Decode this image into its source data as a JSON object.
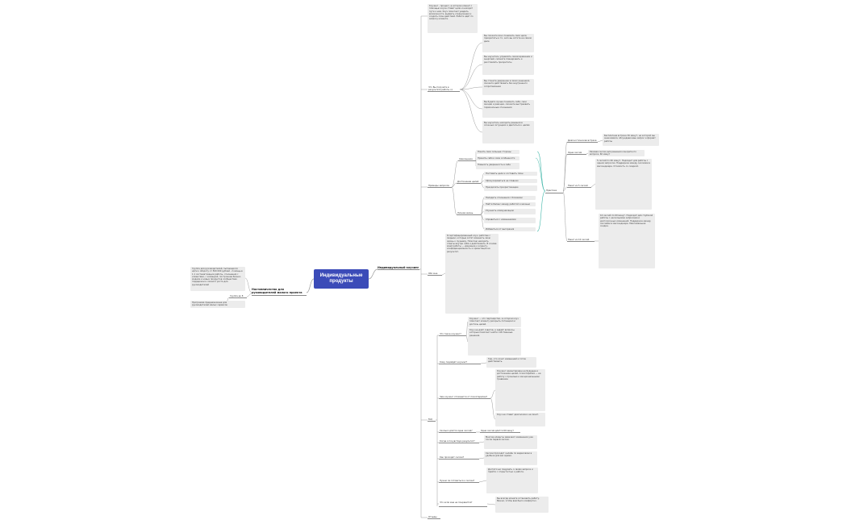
{
  "root": {
    "title": "Индивидуальные продукты"
  },
  "left": {
    "node": "Наставничество для руководителей малого проекта",
    "note": "Группа для руководителей, пытающихся идти к обороту от 500 000 рублей - помощь в 1:1 систематизации работы, отношения с клиентами, с командой, построение бизнес-модели и новых продуктов сообществах поддержки и личного роста для руководителей",
    "bottom_label": "Группа до 8",
    "bottom_note": "Программа предназначена для руководителей малых сервисов"
  },
  "right_main": "Индивидуальный коучинг",
  "top_note": "Коучинг - процесс, в котором клиент с помощью коуча ставит цели и находит пути к ним. Коуч помогает увидеть возможности, выявить ограничения и создать план действий. Работа идёт по запросу клиента.",
  "why": {
    "label": "Что Вы получите в результате работы со мной?",
    "items": [
      "Вы сможете ясно понимать свои цели, приоритеты и то, чего вы хотите на самом деле",
      "Вы научитесь управлять своим временем и энергией, сможете планировать и расставлять приоритеты",
      "Вы станете увереннее в своих решениях, сможете действовать без внутреннего сопротивления",
      "Вы будете лучше понимать себя, свои эмоции и реакции, сможете выстраивать гармоничные отношения",
      "Вы научитесь находить решения в сложных ситуациях и двигаться к целям"
    ]
  },
  "examples": {
    "label": "Примеры запросов",
    "groups": [
      {
        "label": "Самооценка",
        "items": [
          "Понять свои сильные стороны",
          "Принять себя и свои особенности",
          "Повысить уверенность в себе"
        ]
      },
      {
        "label": "Достижение целей",
        "items": [
          "Поставить цели и составить план",
          "Сфокусироваться на главном",
          "Преодолеть прокрастинацию"
        ]
      },
      {
        "label": "Личная жизнь",
        "items": [
          "Наладить отношения с близкими",
          "Найти баланс между работой и жизнью",
          "Улучшить коммуникацию",
          "Справиться с изменениями",
          "Избавиться от выгорания"
        ]
      }
    ]
  },
  "practice": {
    "label": "Практика",
    "items": [
      {
        "label": "Диагностическая встреча",
        "note": "Бесплатная встреча 30 минут, на которой мы знакомимся, обсуждаем ваш запрос и формат работы"
      },
      {
        "label": "Одна сессия",
        "note": "Разовая сессия для решения конкретного вопроса, 60 минут"
      },
      {
        "label": "Пакет из 5 сессий",
        "note": "5 сессий по 60 минут. Подходит для работы с одним запросом. Поддержка между сессиями в мессенджере. Стоимость со скидкой."
      },
      {
        "label": "Пакет из 10 сессий",
        "note": "10 сессий по 60 минут. Подходит для глубокой работы с несколькими запросами и долгосрочных изменений. Поддержка между сессиями в мессенджере. Максимальная скидка."
      }
    ]
  },
  "about": {
    "label": "Обо мне",
    "text": "Я сертифицированный коуч, работаю с людьми, которые хотят изменить свою жизнь к лучшему. Помогаю находить ответы внутри себя и действовать. В основе моей работы — уважение к клиенту, конфиденциальность и ориентация на результат."
  },
  "faq": {
    "label": "FAQ",
    "items": [
      {
        "q": "Что такое коучинг?",
        "a": [
          "Коучинг — это партнёрство, в котором коуч помогает клиенту раскрыть потенциал и достичь целей.",
          "Коуч не даёт советов, а задаёт вопросы, которые помогают найти собственные решения."
        ]
      },
      {
        "q": "Кому подойдёт коучинг?",
        "a": [
          "Тем, кто хочет изменений и готов действовать."
        ]
      },
      {
        "q": "Чем коучинг отличается от психотерапии?",
        "a": [
          "Коучинг ориентирован на будущее и достижение целей, психотерапия — на работу с прошлым и эмоциональными травмами.",
          "Коуч не ставит диагнозов и не лечит."
        ]
      },
      {
        "q": "Сколько длится одна сессия?",
        "a": [
          "Одна сессия длится 60 минут"
        ]
      },
      {
        "q": "Когда я почувствую результат?",
        "a": [
          "Многие клиенты замечают изменения уже после первой сессии."
        ]
      },
      {
        "q": "Как проходят сессии?",
        "a": [
          "Сессии проходят онлайн по видеосвязи в удобное для вас время."
        ]
      },
      {
        "q": "Нужно ли готовиться к сессии?",
        "a": [
          "Достаточно подумать о своём запросе и прийти с открытостью к работе."
        ]
      },
      {
        "q": "Что если мне не понравится?",
        "a": [
          "Вы всегда можете остановить работу. Важно, чтобы вам было комфортно."
        ]
      }
    ]
  },
  "bottom": "Отзывы"
}
